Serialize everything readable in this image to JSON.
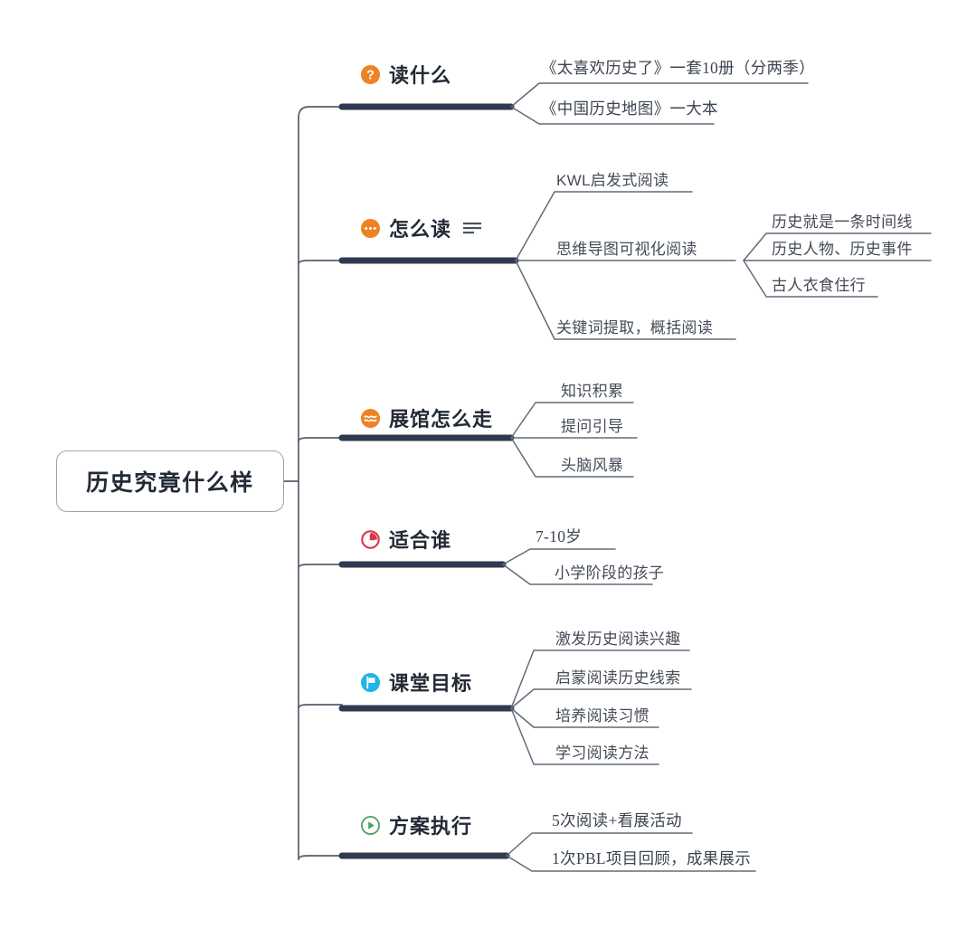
{
  "document": {
    "type": "mind-map",
    "root": {
      "label": "历史究竟什么样"
    },
    "colors": {
      "root_text": "#222a35",
      "branch_bar": "#2e3a4f",
      "edge_line": "#555f6e",
      "sub_text": "#3c4450",
      "icon_orange": "#ee8324",
      "icon_red": "#d6354a",
      "icon_cyan": "#21b5e8",
      "icon_green": "#4aa05a"
    },
    "branches": [
      {
        "id": "branch-read-what",
        "label": "读什么",
        "icon": "question-circle-icon",
        "icon_color": "#ee8324",
        "has_note_icon": false,
        "children": [
          {
            "label": "《太喜欢历史了》一套10册（分两季）",
            "children": []
          },
          {
            "label": "《中国历史地图》一大本",
            "children": []
          }
        ]
      },
      {
        "id": "branch-how-to-read",
        "label": "怎么读",
        "icon": "dots-circle-icon",
        "icon_color": "#ee8324",
        "has_note_icon": true,
        "note_icon": "note-lines-icon",
        "children": [
          {
            "label": "KWL启发式阅读",
            "children": []
          },
          {
            "label": "思维导图可视化阅读",
            "children": [
              {
                "label": "历史就是一条时间线"
              },
              {
                "label": "历史人物、历史事件"
              },
              {
                "label": "古人衣食住行"
              }
            ]
          },
          {
            "label": "关键词提取，概括阅读",
            "children": []
          }
        ]
      },
      {
        "id": "branch-museum-route",
        "label": "展馆怎么走",
        "icon": "wave-circle-icon",
        "icon_color": "#ee8324",
        "has_note_icon": false,
        "children": [
          {
            "label": "知识积累",
            "children": []
          },
          {
            "label": "提问引导",
            "children": []
          },
          {
            "label": "头脑风暴",
            "children": []
          }
        ]
      },
      {
        "id": "branch-audience",
        "label": "适合谁",
        "icon": "clock-icon",
        "icon_color": "#d6354a",
        "has_note_icon": false,
        "children": [
          {
            "label": "7-10岁",
            "children": []
          },
          {
            "label": "小学阶段的孩子",
            "children": []
          }
        ]
      },
      {
        "id": "branch-class-goals",
        "label": "课堂目标",
        "icon": "flag-circle-icon",
        "icon_color": "#21b5e8",
        "has_note_icon": false,
        "children": [
          {
            "label": "激发历史阅读兴趣",
            "children": []
          },
          {
            "label": "启蒙阅读历史线索",
            "children": []
          },
          {
            "label": "培养阅读习惯",
            "children": []
          },
          {
            "label": "学习阅读方法",
            "children": []
          }
        ]
      },
      {
        "id": "branch-execution",
        "label": "方案执行",
        "icon": "play-circle-icon",
        "icon_color": "#4aa05a",
        "has_note_icon": false,
        "children": [
          {
            "label": "5次阅读+看展活动",
            "children": []
          },
          {
            "label": "1次PBL项目回顾，成果展示",
            "children": []
          }
        ]
      }
    ]
  }
}
